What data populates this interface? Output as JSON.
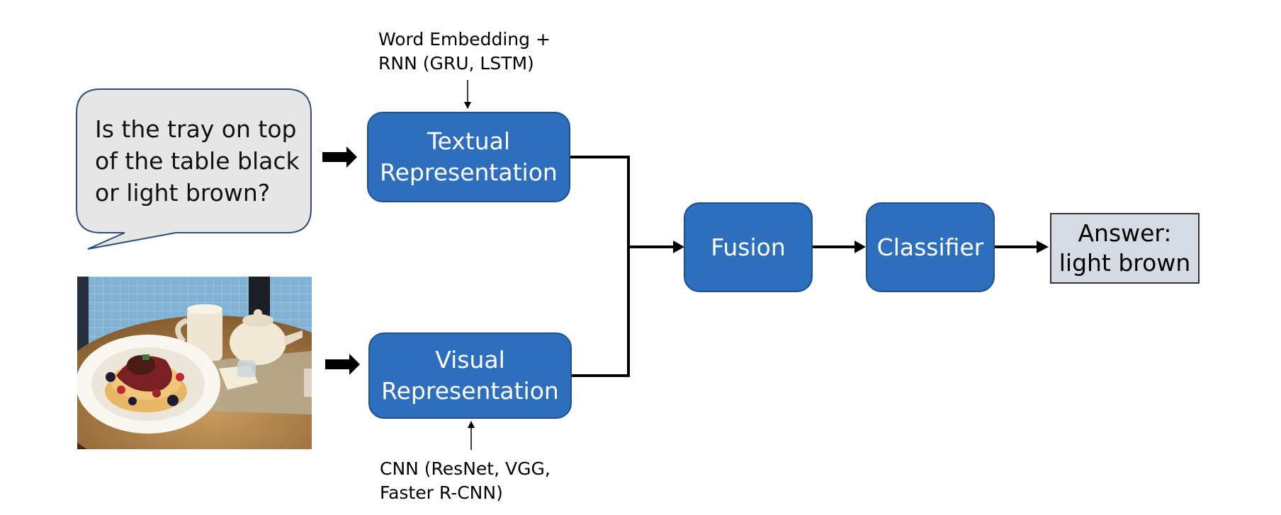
{
  "question": {
    "lines": [
      "Is the tray on top",
      "of the table black",
      "or light brown?"
    ]
  },
  "text_encoder_note": {
    "lines": [
      "Word Embedding +",
      "RNN (GRU, LSTM)"
    ]
  },
  "image_encoder_note": {
    "lines": [
      "CNN (ResNet, VGG,",
      "Faster R-CNN)"
    ]
  },
  "nodes": {
    "textual": [
      "Textual",
      "Representation"
    ],
    "visual": [
      "Visual",
      "Representation"
    ],
    "fusion": "Fusion",
    "classifier": "Classifier"
  },
  "answer": {
    "lines": [
      "Answer:",
      "light brown"
    ]
  },
  "colors": {
    "node_fill": "#2e6fbd",
    "node_border": "#1f4f8e",
    "bubble_fill": "#e6e6e6",
    "bubble_border": "#2d4e7a",
    "answer_fill": "#d6dbe3"
  },
  "photo": {
    "icon": "food-photo-icon"
  }
}
